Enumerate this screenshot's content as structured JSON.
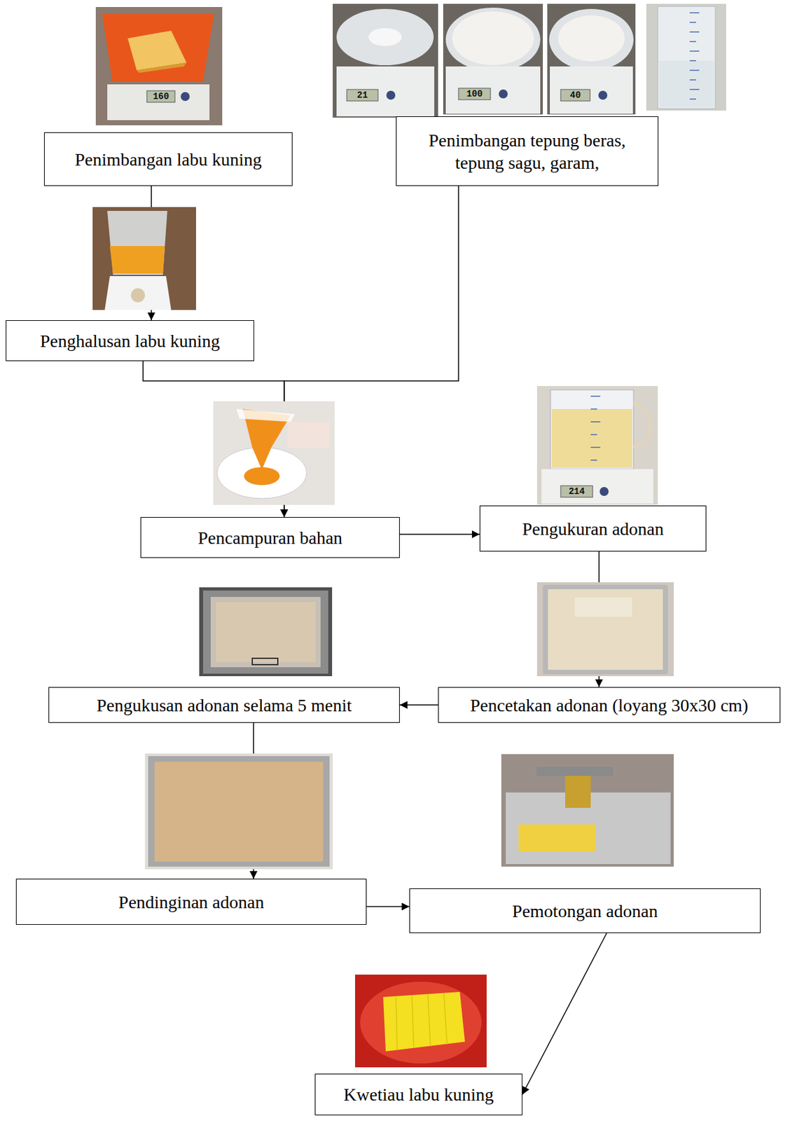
{
  "diagram": {
    "nodes": [
      {
        "text": [
          "Penimbangan labu kuning"
        ]
      },
      {
        "text": [
          "Penimbangan tepung beras, tepung sagu, garam,"
        ]
      },
      {
        "text": [
          "Penghalusan labu kuning"
        ]
      },
      {
        "text": [
          "Pencampuran bahan"
        ]
      },
      {
        "text": [
          "Pengukuran adonan"
        ]
      },
      {
        "text": [
          "Pencetakan adonan (loyang 30x30 cm)"
        ]
      },
      {
        "text": [
          "Pengukusan adonan selama 5 menit"
        ]
      },
      {
        "text": [
          "Pendinginan adonan"
        ]
      },
      {
        "text": [
          "Pemotongan adonan"
        ]
      },
      {
        "text": [
          "Kwetiau labu kuning"
        ]
      }
    ],
    "edges": [
      {
        "from": 0,
        "to": 2,
        "arrow": "to"
      },
      {
        "from": 1,
        "to": 3,
        "arrow": "to"
      },
      {
        "from": 2,
        "to": 3,
        "arrow": "to"
      },
      {
        "from": 3,
        "to": 4,
        "arrow": "to"
      },
      {
        "from": 4,
        "to": 5,
        "arrow": "to"
      },
      {
        "from": 5,
        "to": 6,
        "arrow": "to"
      },
      {
        "from": 6,
        "to": 7,
        "arrow": "to"
      },
      {
        "from": 7,
        "to": 8,
        "arrow": "to"
      },
      {
        "from": 8,
        "to": 9,
        "arrow": "to"
      }
    ],
    "labels": [
      "160",
      "21",
      "100",
      "40",
      "214"
    ]
  }
}
